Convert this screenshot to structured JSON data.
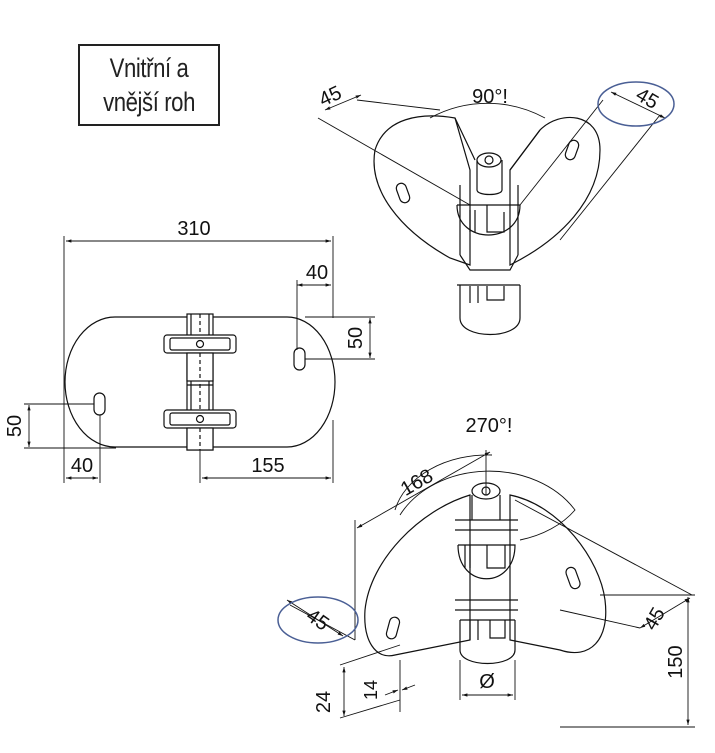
{
  "title": {
    "line1": "Vnitřní a",
    "line2": "vnější roh"
  },
  "top_left_view": {
    "dim_total_length": "310",
    "dim_slot_inset_top": "40",
    "dim_slot_height_right": "50",
    "dim_slot_height_left": "50",
    "dim_slot_inset_bottom": "40",
    "dim_half_length": "155"
  },
  "inner_corner_view": {
    "angle_label": "90°!",
    "dim_left_arm": "45",
    "dim_right_arm": "45"
  },
  "outer_corner_view": {
    "angle_label": "270°!",
    "dim_arc": "168",
    "dim_left_arm": "45",
    "dim_right_arm": "45",
    "dim_height": "150",
    "dim_offset_24": "24",
    "dim_offset_14": "14",
    "dim_diameter": "Ø"
  },
  "colors": {
    "line": "#111111",
    "highlight": "#4a5f95"
  }
}
